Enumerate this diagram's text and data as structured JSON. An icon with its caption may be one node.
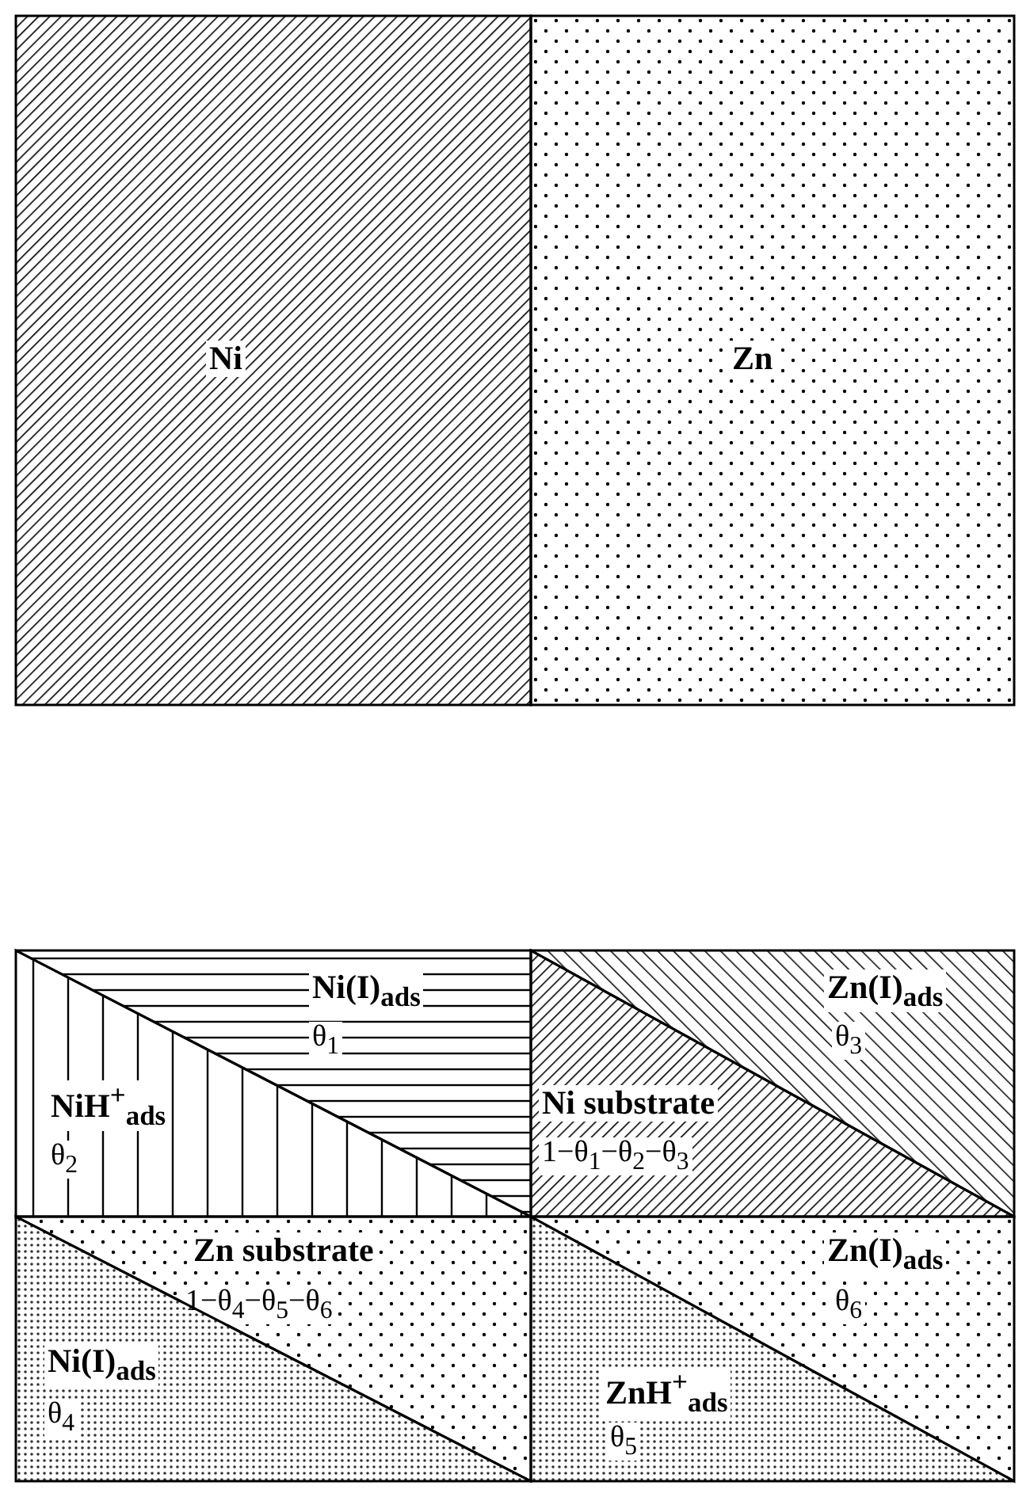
{
  "diagram": {
    "nodes": [
      {
        "text": [
          "Ni"
        ]
      },
      {
        "text": [
          "Zn"
        ]
      },
      {
        "text": [
          "Ni(I)$_{ads}$",
          "θ$_{1}$"
        ]
      },
      {
        "text": [
          "NiH$^{+}$$_{ads}$",
          "θ$_{2}$"
        ]
      },
      {
        "text": [
          "Zn(I)$_{ads}$",
          "θ$_{3}$"
        ]
      },
      {
        "text": [
          "Ni substrate",
          "1−θ$_{1}$−θ$_{2}$−θ$_{3}$"
        ]
      },
      {
        "text": [
          "Zn substrate",
          "1−θ$_{4}$−θ$_{5}$−θ$_{6}$"
        ]
      },
      {
        "text": [
          "Zn(I)$_{ads}$",
          "θ$_{6}$"
        ]
      },
      {
        "text": [
          "Ni(I)$_{ads}$",
          "θ$_{4}$"
        ]
      },
      {
        "text": [
          "ZnH$^{+}$$_{ads}$",
          "θ$_{5}$"
        ]
      }
    ]
  }
}
